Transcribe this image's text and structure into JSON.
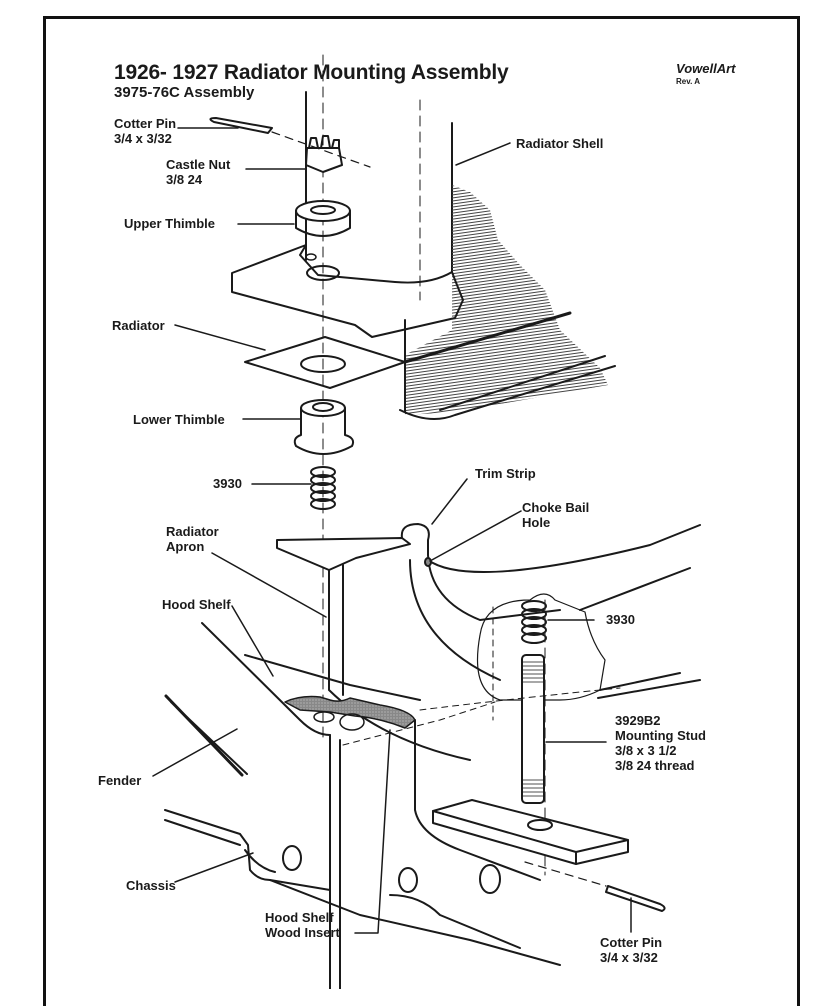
{
  "header": {
    "title": "1926- 1927 Radiator Mounting Assembly",
    "subtitle": "3975-76C Assembly",
    "brand": "VowellArt",
    "revision": "Rev. A"
  },
  "callouts": {
    "cotter_pin_top": {
      "line1": "Cotter Pin",
      "line2": "3/4 x 3/32"
    },
    "castle_nut": {
      "line1": "Castle Nut",
      "line2": "3/8 24"
    },
    "upper_thimble": {
      "line1": "Upper Thimble"
    },
    "radiator_shell": {
      "line1": "Radiator Shell"
    },
    "radiator": {
      "line1": "Radiator"
    },
    "lower_thimble": {
      "line1": "Lower Thimble"
    },
    "spring_left": {
      "line1": "3930"
    },
    "trim_strip": {
      "line1": "Trim Strip"
    },
    "choke_bail_hole": {
      "line1": "Choke Bail",
      "line2": "Hole"
    },
    "radiator_apron": {
      "line1": "Radiator",
      "line2": "Apron"
    },
    "hood_shelf": {
      "line1": "Hood Shelf"
    },
    "spring_right": {
      "line1": "3930"
    },
    "mounting_stud": {
      "line1": "3929B2",
      "line2": "Mounting Stud",
      "line3": "3/8 x 3 1/2",
      "line4": "3/8 24 thread"
    },
    "fender": {
      "line1": "Fender"
    },
    "chassis": {
      "line1": "Chassis"
    },
    "hood_shelf_wood_insert": {
      "line1": "Hood Shelf",
      "line2": "Wood Insert"
    },
    "cotter_pin_bottom": {
      "line1": "Cotter Pin",
      "line2": "3/4 x 3/32"
    }
  },
  "colors": {
    "ink": "#1a1a1a",
    "hatch": "#555555",
    "paper": "#ffffff"
  }
}
